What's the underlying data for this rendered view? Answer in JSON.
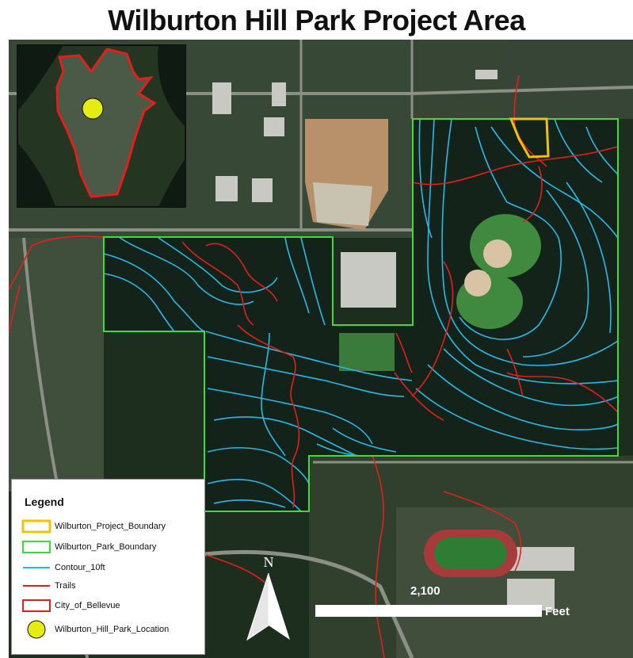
{
  "title": "Wilburton Hill Park Project Area",
  "colors": {
    "project_boundary": "#f2c10a",
    "park_boundary": "#3ddc3a",
    "contour": "#29b8e8",
    "trails": "#e1201c",
    "city_boundary": "#e1201c",
    "location_marker": "#e6eb10",
    "imagery_dark": "#16261a"
  },
  "legend": {
    "title": "Legend",
    "items": [
      {
        "label": "Wilburton_Project_Boundary",
        "symbol": "polygon-outline-yellow"
      },
      {
        "label": "Wilburton_Park_Boundary",
        "symbol": "polygon-outline-green"
      },
      {
        "label": "Contour_10ft",
        "symbol": "line-cyan"
      },
      {
        "label": "Trails",
        "symbol": "line-red"
      },
      {
        "label": "City_of_Bellevue",
        "symbol": "polygon-outline-red"
      },
      {
        "label": "Wilburton_Hill_Park_Location",
        "symbol": "circle-yellow"
      }
    ]
  },
  "scale_bar": {
    "value": "2,100",
    "units": "Feet"
  },
  "north_arrow": {
    "label": "N"
  },
  "inset_map": {
    "description_icon": "city-of-bellevue-locator-inset"
  }
}
